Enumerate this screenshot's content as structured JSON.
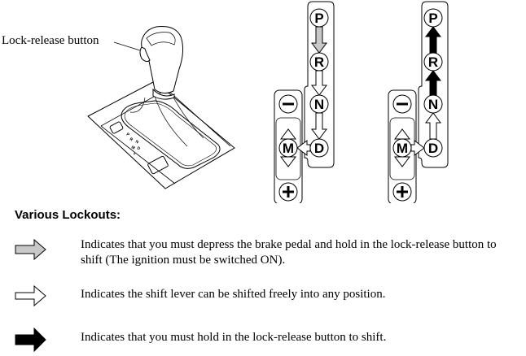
{
  "figure": {
    "callout_label": "Lock-release button",
    "console_gate_labels": [
      "P",
      "R",
      "N",
      "D",
      "M",
      "-",
      "+"
    ],
    "diagram_left": {
      "description": "Shifting from P and toward D/M",
      "positions": [
        "P",
        "R",
        "N",
        "D",
        "M",
        "minus",
        "plus"
      ],
      "arrows": [
        {
          "from": "P",
          "to": "R",
          "type": "gray"
        },
        {
          "from": "R",
          "to": "N",
          "type": "white"
        },
        {
          "from": "N",
          "to": "D",
          "type": "white"
        },
        {
          "from": "D",
          "to": "M",
          "type": "white"
        },
        {
          "from": "M",
          "to": "minus",
          "type": "white"
        },
        {
          "from": "M",
          "to": "plus",
          "type": "white"
        }
      ]
    },
    "diagram_right": {
      "description": "Shifting from D/M toward P",
      "positions": [
        "P",
        "R",
        "N",
        "D",
        "M",
        "minus",
        "plus"
      ],
      "arrows": [
        {
          "from": "R",
          "to": "P",
          "type": "black"
        },
        {
          "from": "N",
          "to": "R",
          "type": "black"
        },
        {
          "from": "D",
          "to": "N",
          "type": "white"
        },
        {
          "from": "M",
          "to": "D",
          "type": "white"
        },
        {
          "from": "M",
          "to": "minus",
          "type": "white"
        },
        {
          "from": "M",
          "to": "plus",
          "type": "white"
        }
      ]
    },
    "letters": {
      "P": "P",
      "R": "R",
      "N": "N",
      "D": "D",
      "M": "M"
    }
  },
  "lockouts": {
    "heading": "Various Lockouts:",
    "items": [
      {
        "icon": "gray-arrow-icon",
        "color": "#c8c8c8",
        "text": "Indicates that you must depress the brake pedal and hold in the lock-release button to shift (The ignition must be switched ON)."
      },
      {
        "icon": "white-arrow-icon",
        "color": "#ffffff",
        "text": "Indicates the shift lever can be shifted freely into any position."
      },
      {
        "icon": "black-arrow-icon",
        "color": "#000000",
        "text": "Indicates that you must hold in the lock-release button to shift."
      }
    ]
  },
  "colors": {
    "gray_arrow": "#c8c8c8",
    "white_arrow": "#ffffff",
    "black_arrow": "#000000"
  }
}
